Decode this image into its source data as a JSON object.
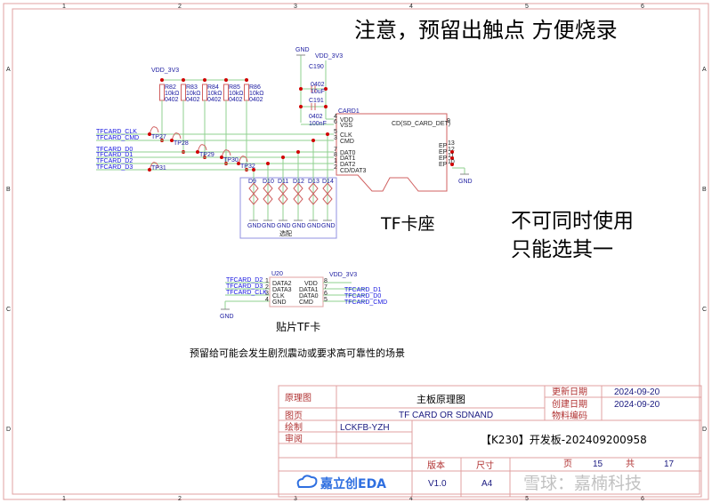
{
  "notes": {
    "top": "注意，预留出触点 方便烧录",
    "tf_socket": "TF卡座",
    "exclusive_1": "不可同时使用",
    "exclusive_2": "只能选其一",
    "smd_tf": "贴片TF卡",
    "reserve": "预留给可能会发生剧烈震动或要求高可靠性的场景"
  },
  "power": {
    "vdd": "VDD_3V3",
    "gnd": "GND"
  },
  "resistors": [
    {
      "ref": "R82",
      "value": "10kΩ",
      "pkg": "0402"
    },
    {
      "ref": "R83",
      "value": "10kΩ",
      "pkg": "0402"
    },
    {
      "ref": "R84",
      "value": "10kΩ",
      "pkg": "0402"
    },
    {
      "ref": "R85",
      "value": "10kΩ",
      "pkg": "0402"
    },
    {
      "ref": "R86",
      "value": "10kΩ",
      "pkg": "0402"
    }
  ],
  "capacitors": [
    {
      "ref": "C190",
      "pkg": "0402",
      "value": "10uF"
    },
    {
      "ref": "C191",
      "pkg": "0402",
      "value": "100nF"
    }
  ],
  "nets": [
    "TFCARD_CLK",
    "TFCARD_CMD",
    "TFCARD_D0",
    "TFCARD_D1",
    "TFCARD_D2",
    "TFCARD_D3"
  ],
  "testpoints": [
    "TP27",
    "TP28",
    "TP29",
    "TP30",
    "TP32",
    "TP31"
  ],
  "card1": {
    "ref": "CARD1",
    "pins": [
      {
        "num": "4",
        "name": "VDD"
      },
      {
        "num": "6",
        "name": "VSS"
      },
      {
        "num": "5",
        "name": "CLK"
      },
      {
        "num": "3",
        "name": "CMD"
      },
      {
        "num": "7",
        "name": "DAT0"
      },
      {
        "num": "8",
        "name": "DAT1"
      },
      {
        "num": "1",
        "name": "DAT2"
      },
      {
        "num": "2",
        "name": "CD/DAT3"
      }
    ],
    "cd_pin": {
      "num": "9",
      "name": "CD(SD_CARD_DET)"
    },
    "ep_pins": [
      {
        "num": "13",
        "name": "EP"
      },
      {
        "num": "12",
        "name": "EP"
      },
      {
        "num": "11",
        "name": "EP"
      },
      {
        "num": "10",
        "name": "EP"
      }
    ]
  },
  "diodes": [
    "D9",
    "D10",
    "D11",
    "D12",
    "D13",
    "D14"
  ],
  "diode_group_label": "选配",
  "u20": {
    "ref": "U20",
    "left_pins": [
      {
        "num": "1",
        "name": "DATA2",
        "net": "TFCARD_D2"
      },
      {
        "num": "2",
        "name": "DATA3",
        "net": "TFCARD_D3"
      },
      {
        "num": "3",
        "name": "CLK",
        "net": "TFCARD_CLK"
      },
      {
        "num": "4",
        "name": "GND",
        "net": ""
      }
    ],
    "right_pins": [
      {
        "num": "8",
        "name": "VDD",
        "net": "VDD_3V3"
      },
      {
        "num": "7",
        "name": "DATA1",
        "net": "TFCARD_D1"
      },
      {
        "num": "6",
        "name": "DATA0",
        "net": "TFCARD_D0"
      },
      {
        "num": "5",
        "name": "CMD",
        "net": "TFCARD_CMD"
      }
    ]
  },
  "title_block": {
    "l_schematic": "原理图",
    "schematic": "主板原理图",
    "l_update": "更新日期",
    "update": "2024-09-20",
    "l_create": "创建日期",
    "create": "2024-09-20",
    "l_page": "图页",
    "page_name": "TF CARD OR SDNAND",
    "l_part": "物料编码",
    "l_drawn": "绘制",
    "drawn": "LCKFB-YZH",
    "l_review": "审阅",
    "project": "【K230】开发板-202409200958",
    "l_version": "版本",
    "version": "V1.0",
    "l_size": "尺寸",
    "size": "A4",
    "l_pg": "页",
    "pg": "15",
    "l_total": "共",
    "total": "17",
    "logo": "嘉立创EDA",
    "watermark": "雪球：嘉楠科技"
  },
  "border": {
    "rows": [
      "A",
      "B",
      "C",
      "D"
    ],
    "cols": [
      "1",
      "2",
      "3",
      "4",
      "5",
      "6"
    ]
  },
  "colors": {
    "wire": "#8fd08f",
    "component": "#d06060",
    "net_label": "#1515e0",
    "junction": "#d00000",
    "title_label": "#b03030"
  }
}
